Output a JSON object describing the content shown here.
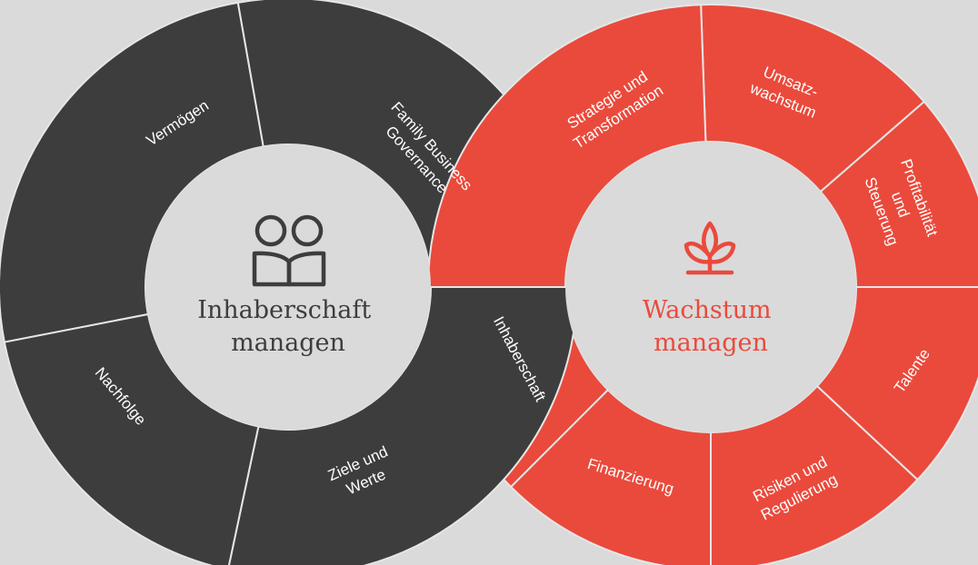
{
  "colors": {
    "background": "#dadadb",
    "ownership_ring": "#3d3d3d",
    "growth_ring": "#ea4a3c",
    "hub": "#dadadb",
    "ownership_text": "#3d3d3d",
    "growth_text": "#ea4a3c"
  },
  "ownership": {
    "icon": "two-people-book-icon",
    "center_label": [
      "Inhaberschaft",
      "managen"
    ],
    "segments": [
      {
        "key": "vermoegen",
        "label": [
          "Vermögen"
        ]
      },
      {
        "key": "family-business-governance",
        "label": [
          "Family Business",
          "Governance"
        ]
      },
      {
        "key": "ziele-und-werte",
        "label": [
          "Ziele und",
          "Werte"
        ]
      },
      {
        "key": "nachfolge",
        "label": [
          "Nachfolge"
        ]
      }
    ]
  },
  "growth": {
    "icon": "sprout-plant-icon",
    "center_label": [
      "Wachstum",
      "managen"
    ],
    "segments": [
      {
        "key": "strategie-und-transformation",
        "label": [
          "Strategie und",
          "Transformation"
        ]
      },
      {
        "key": "umsatzwachstum",
        "label": [
          "Umsatz-",
          "wachstum"
        ]
      },
      {
        "key": "profitabilitaet-und-steuerung",
        "label": [
          "Profitabilität",
          "und",
          "Steuerung"
        ]
      },
      {
        "key": "talente",
        "label": [
          "Talente"
        ]
      },
      {
        "key": "risiken-und-regulierung",
        "label": [
          "Risiken und",
          "Regulierung"
        ]
      },
      {
        "key": "finanzierung",
        "label": [
          "Finanzierung"
        ]
      },
      {
        "key": "inhaberschaft",
        "label": [
          "Inhaberschaft"
        ]
      }
    ]
  }
}
